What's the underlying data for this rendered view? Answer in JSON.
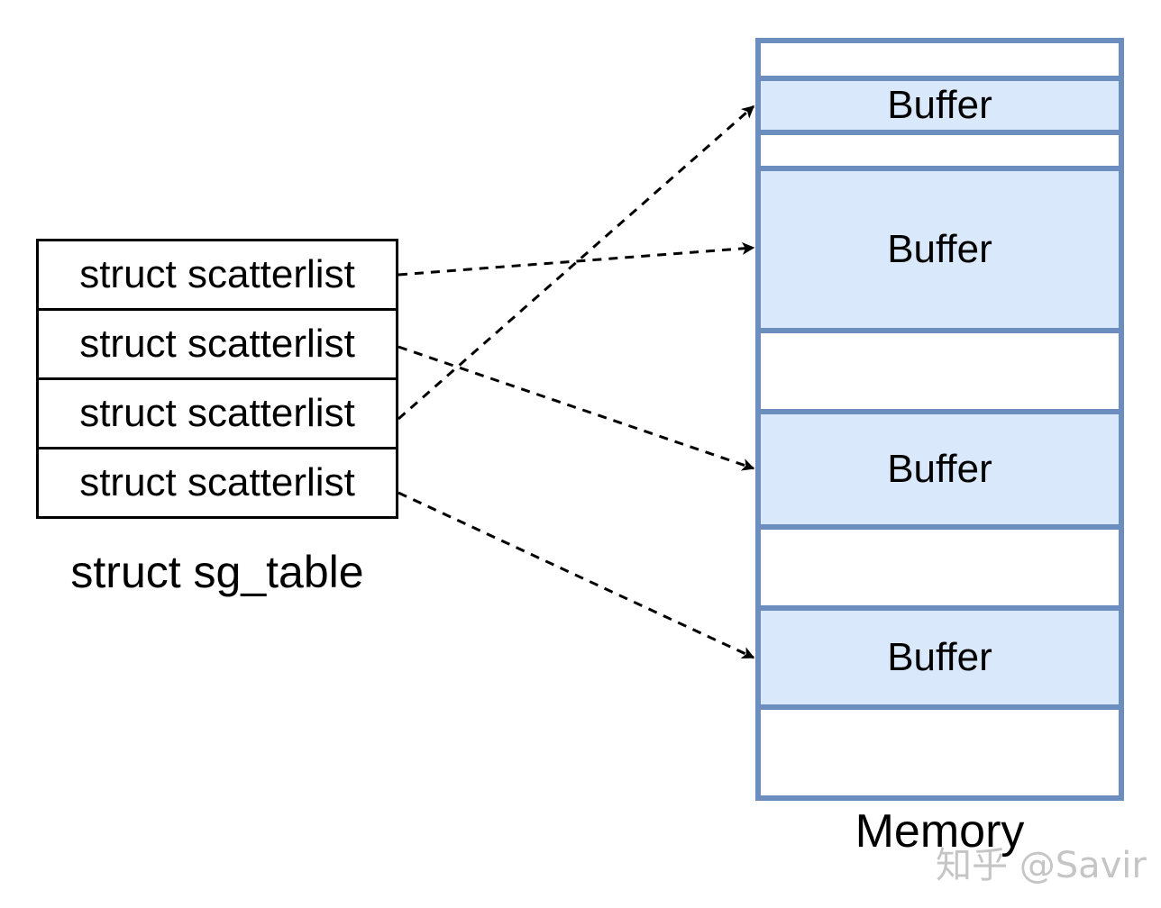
{
  "sg_table": {
    "rows": [
      {
        "label": "struct scatterlist"
      },
      {
        "label": "struct scatterlist"
      },
      {
        "label": "struct scatterlist"
      },
      {
        "label": "struct scatterlist"
      }
    ],
    "caption": "struct sg_table"
  },
  "memory": {
    "caption": "Memory",
    "buffer_label": "Buffer",
    "line_color": "#6c8ebf",
    "buffer_fill": "#dae8fc"
  },
  "watermark": "知乎 @Savir"
}
